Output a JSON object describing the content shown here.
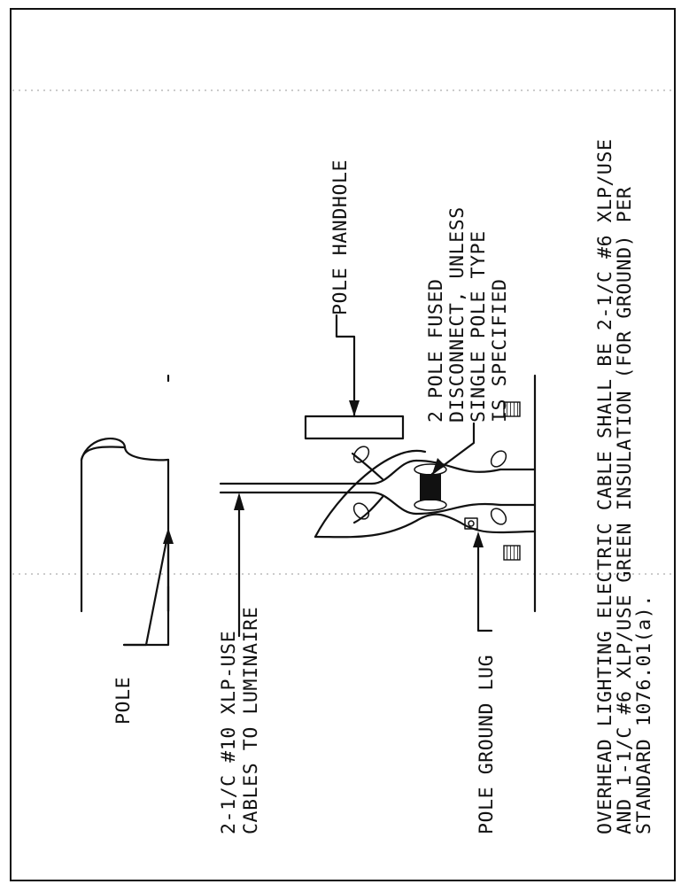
{
  "labels": {
    "pole": "POLE",
    "cables_line1": "2-1/C #10 XLP-USE",
    "cables_line2": "CABLES TO LUMINAIRE",
    "ground_lug": "POLE GROUND LUG",
    "handhole": "POLE HANDHOLE",
    "fused_line1": "2 POLE FUSED",
    "fused_line2": "DISCONNECT, UNLESS",
    "fused_line3": "SINGLE POLE TYPE",
    "fused_line4": "IS SPECIFIED",
    "note_line1": "OVERHEAD LIGHTING ELECTRIC CABLE SHALL BE 2-1/C #6 XLP/USE",
    "note_line2": "AND 1-1/C #6 XLP/USE GREEN INSULATION (FOR GROUND) PER",
    "note_line3": "STANDARD 1076.01(a)."
  }
}
